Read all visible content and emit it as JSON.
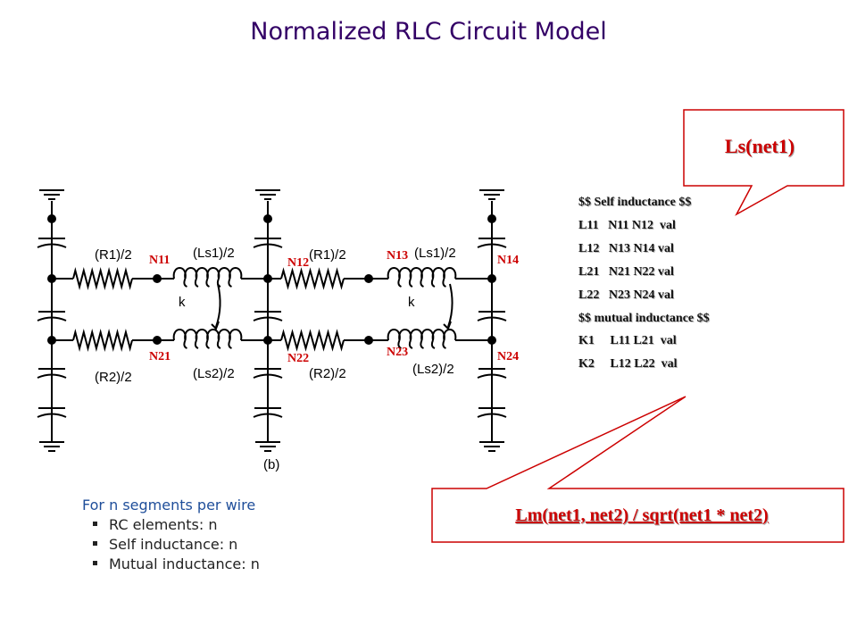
{
  "title": "Normalized RLC Circuit Model",
  "circuit": {
    "resistor_labels": [
      "(R1)/2",
      "(R1)/2",
      "(R2)/2",
      "(R2)/2"
    ],
    "inductor_labels": [
      "(Ls1)/2",
      "(Ls1)/2",
      "(Ls2)/2",
      "(Ls2)/2"
    ],
    "coupling_labels": [
      "k",
      "k"
    ],
    "figure_label": "(b)",
    "nodes": [
      "N11",
      "N12",
      "N13",
      "N14",
      "N21",
      "N22",
      "N23",
      "N24"
    ]
  },
  "netlist": {
    "lines": [
      "$$ Self inductance $$",
      "L11   N11 N12  val",
      "L12   N13 N14 val",
      "L21   N21 N22 val",
      "L22   N23 N24 val",
      "$$ mutual inductance $$",
      "K1     L11 L21  val",
      "K2     L12 L22  val"
    ]
  },
  "callouts": {
    "self": "Ls(net1)",
    "mutual": "Lm(net1, net2) / sqrt(net1 *  net2)",
    "border_color": "#cc0000"
  },
  "notes": {
    "heading": "For n segments per wire",
    "items": [
      "RC elements: n",
      "Self inductance: n",
      "Mutual inductance: n"
    ]
  }
}
